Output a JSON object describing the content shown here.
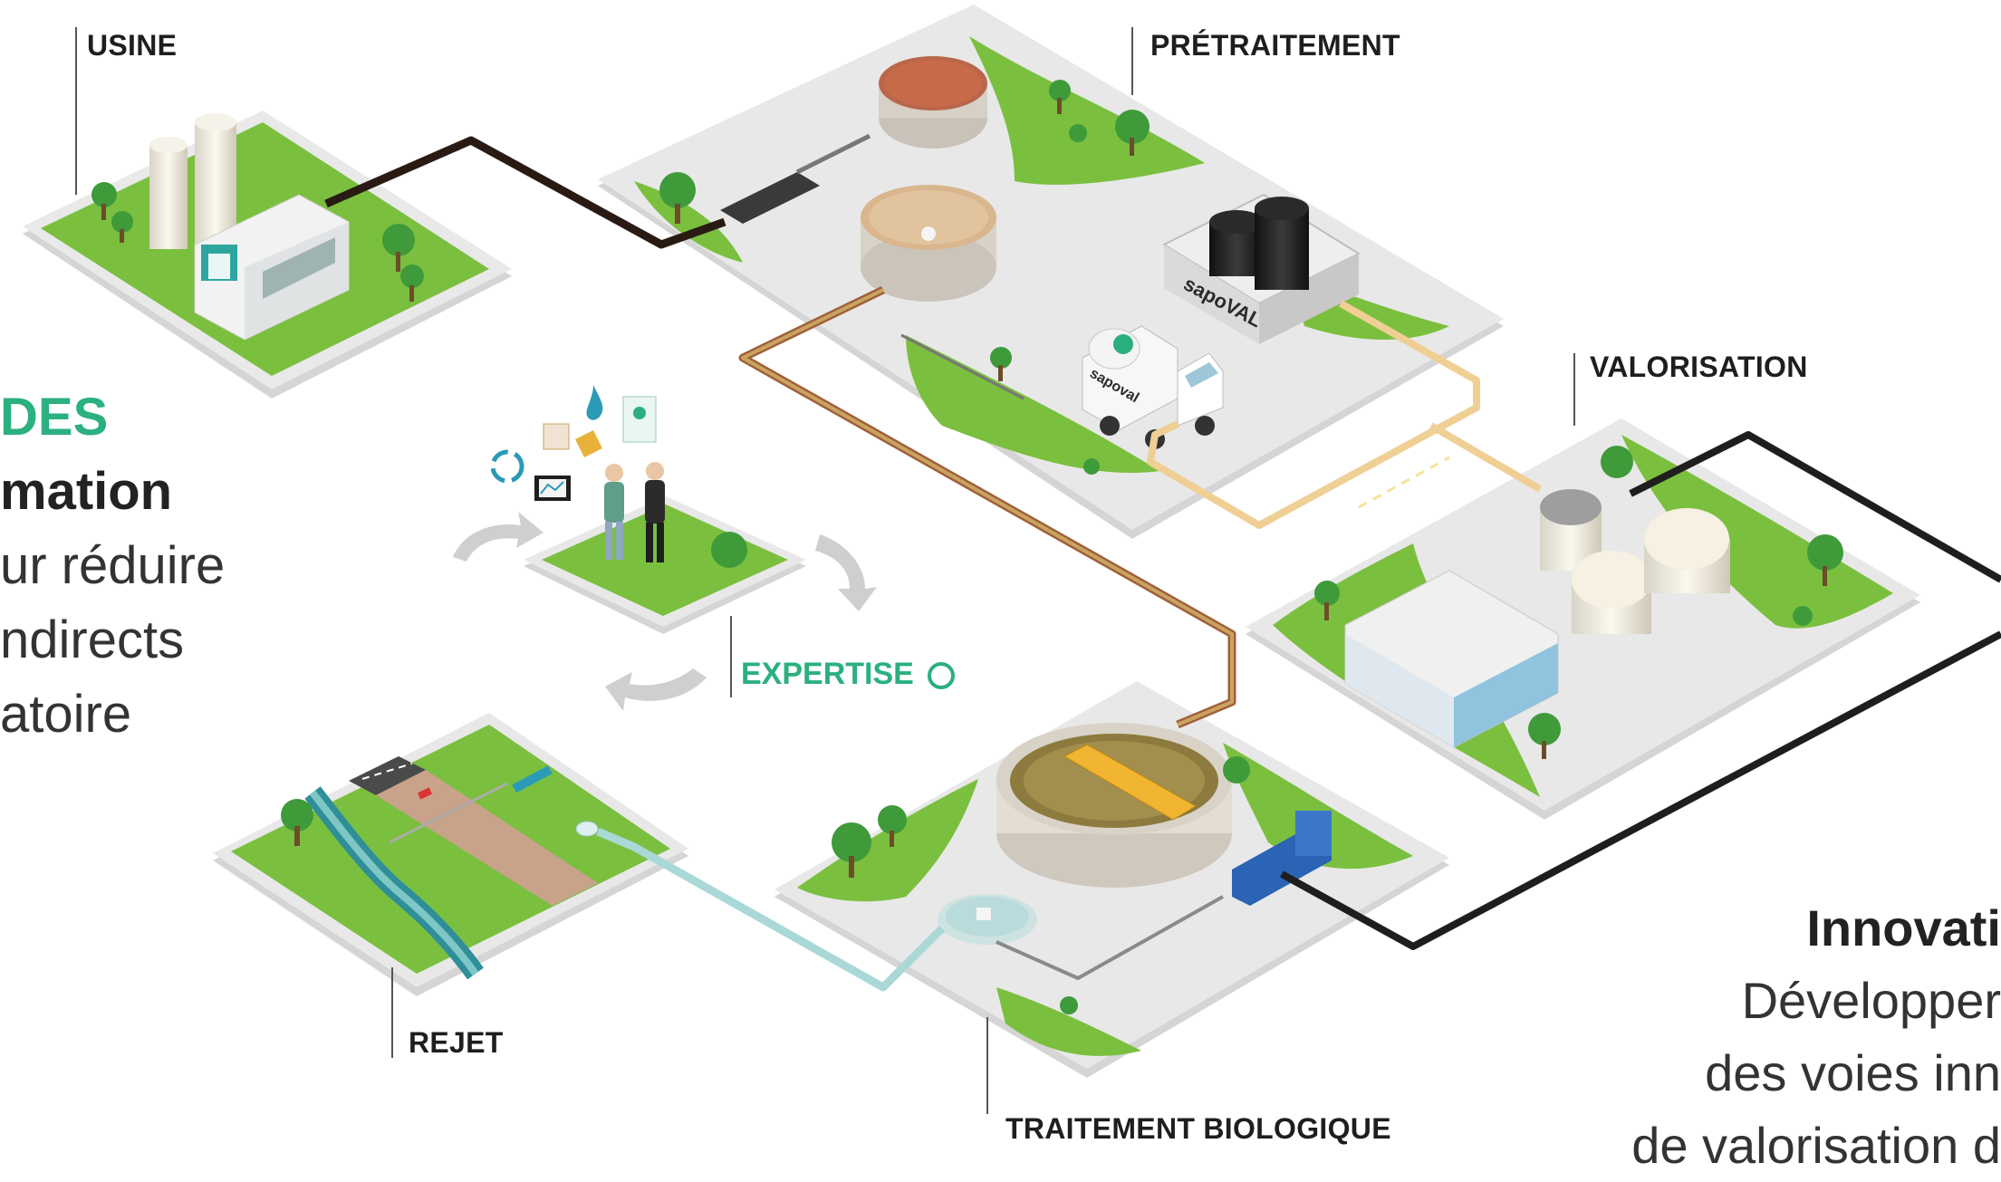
{
  "labels": {
    "usine": "USINE",
    "pretraitement": "PRÉTRAITEMENT",
    "valorisation": "VALORISATION",
    "expertise": "EXPERTISE",
    "rejet": "REJET",
    "traitement_biologique": "TRAITEMENT BIOLOGIQUE"
  },
  "left_text": {
    "line1": "DES",
    "line2": "mation",
    "line3": "ur réduire",
    "line4": "ndirects",
    "line5": "atoire"
  },
  "right_text": {
    "line1": "Innovati",
    "line2": "Développer",
    "line3": "des voies inn",
    "line4": "de valorisation d"
  },
  "brand": {
    "truck_text": "sapoval",
    "tank_text": "sapoVAL"
  },
  "colors": {
    "grass": "#7bbf3f",
    "platform": "#e6e6e6",
    "accent_green": "#2bb07f",
    "pipe_dark": "#2a1a14",
    "pipe_gold": "#c9a461",
    "pipe_copper": "#a0603a",
    "pipe_light": "#f0cf94",
    "pipe_aqua": "#a9d8d7",
    "pipe_black": "#1e1e1e"
  }
}
